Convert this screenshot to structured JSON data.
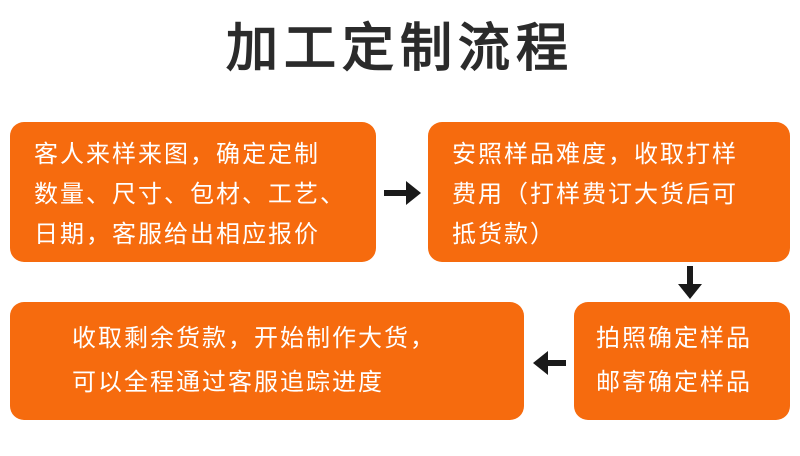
{
  "title": "加工定制流程",
  "steps": [
    {
      "lines": [
        "客人来样来图，确定定制",
        "数量、尺寸、包材、工艺、",
        "日期，客服给出相应报价"
      ]
    },
    {
      "lines": [
        "安照样品难度，收取打样",
        "费用（打样费订大货后可",
        "抵货款）"
      ]
    },
    {
      "lines": [
        "拍照确定样品",
        "邮寄确定样品"
      ]
    },
    {
      "lines": [
        "收取剩余货款，开始制作大货，",
        "可以全程通过客服追踪进度"
      ]
    }
  ],
  "colors": {
    "box": "#f66b0e",
    "box_text": "#ffffff",
    "title": "#2b2b2b",
    "arrow": "#1a1a1a"
  },
  "icons": {
    "arrow_1": "arrow-right-icon",
    "arrow_2": "arrow-down-icon",
    "arrow_3": "arrow-left-icon"
  }
}
